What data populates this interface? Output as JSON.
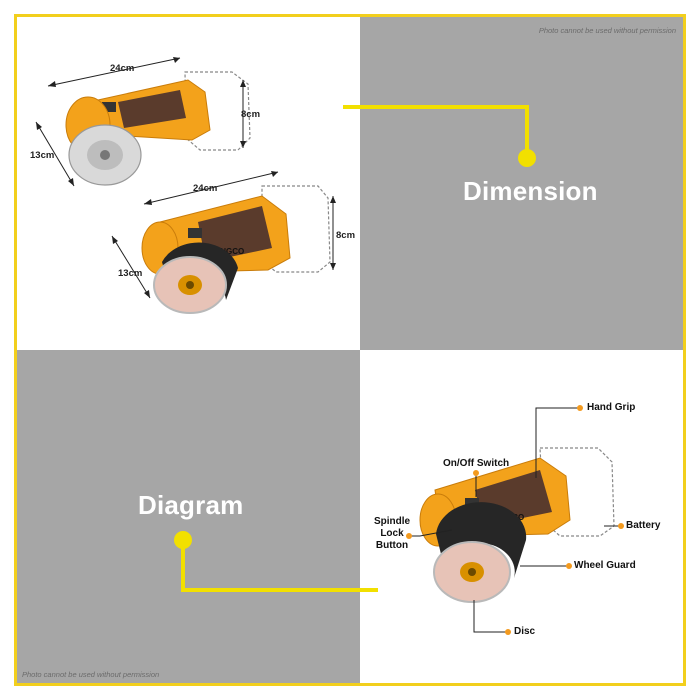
{
  "watermarks": {
    "top": "Photo cannot be used without permission",
    "bottom": "Photo cannot be used without permission"
  },
  "sections": {
    "dimension": "Dimension",
    "diagram": "Diagram"
  },
  "brand": "INGCO",
  "measurements": {
    "top_tool": {
      "length": "24cm",
      "height": "8cm",
      "depth": "13cm"
    },
    "bottom_tool": {
      "length": "24cm",
      "height": "8cm",
      "depth": "13cm"
    }
  },
  "callouts": {
    "hand_grip": "Hand Grip",
    "on_off_switch": "On/Off Switch",
    "spindle_lock": [
      "Spindle",
      "Lock",
      "Button"
    ],
    "battery": "Battery",
    "wheel_guard": "Wheel Guard",
    "disc": "Disc"
  },
  "colors": {
    "accent_yellow": "#f2cf1d",
    "panel_gray": "#a6a6a6",
    "tool_orange": "#f3a21b",
    "grip_brown": "#5a3b2c",
    "callout_dot": "#f39a1e"
  }
}
